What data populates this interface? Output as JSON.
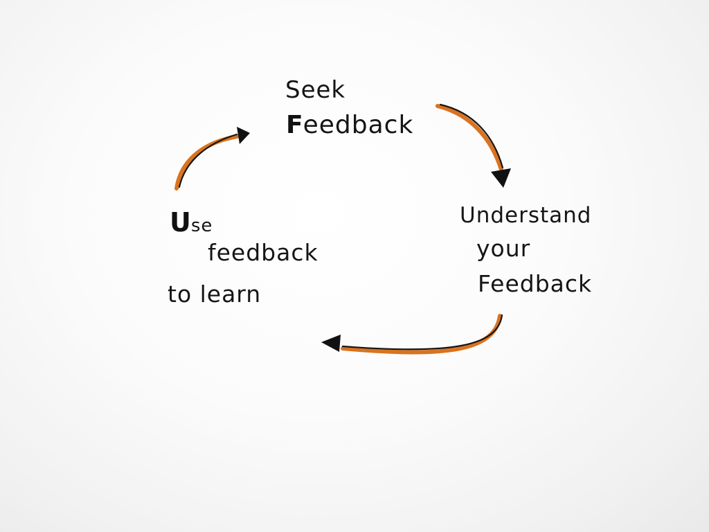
{
  "diagram": {
    "nodes": {
      "seek": {
        "line1": "Seek",
        "line2_initial": "F",
        "line2_rest": "eedback"
      },
      "understand": {
        "line1": "Understand",
        "line2": "your",
        "line3": "Feedback"
      },
      "use": {
        "line1_initial": "U",
        "line1_rest": "se",
        "line2": "feedback",
        "line3": "to learn"
      }
    },
    "edges": [
      {
        "from": "seek",
        "to": "understand"
      },
      {
        "from": "understand",
        "to": "use"
      },
      {
        "from": "use",
        "to": "seek"
      }
    ],
    "colors": {
      "ink": "#151515",
      "arrow_accent": "#d9731f",
      "paper": "#fbfbfb"
    }
  }
}
